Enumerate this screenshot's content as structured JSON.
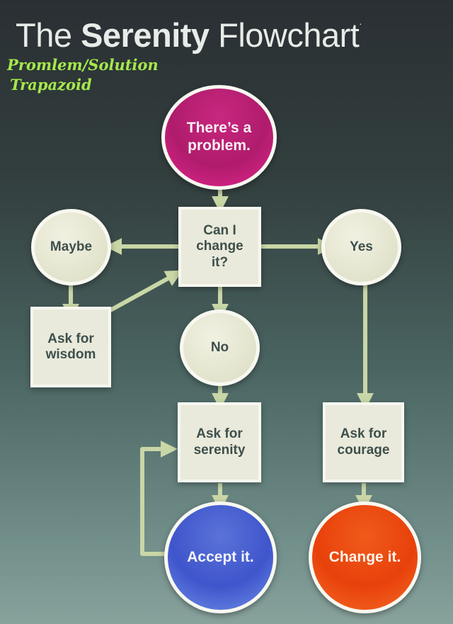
{
  "title": {
    "part1": "The",
    "part2": "Serenity",
    "part3": "Flowchart",
    "mark": "."
  },
  "caption": {
    "line1": "Promlem/Solution",
    "line2": "Trapazoid"
  },
  "nodes": {
    "problem": "There’s a\nproblem.",
    "can_change": "Can I\nchange\nit?",
    "maybe": "Maybe",
    "yes": "Yes",
    "no": "No",
    "ask_wisdom": "Ask for\nwisdom",
    "ask_serenity": "Ask for\nserenity",
    "ask_courage": "Ask for\ncourage",
    "accept": "Accept it.",
    "change": "Change it."
  },
  "colors": {
    "connector": "#c9d6a6",
    "problem": "#c8277f",
    "accept": "#4a62d2",
    "change": "#ec4c12",
    "caption": "#a5e84a"
  }
}
